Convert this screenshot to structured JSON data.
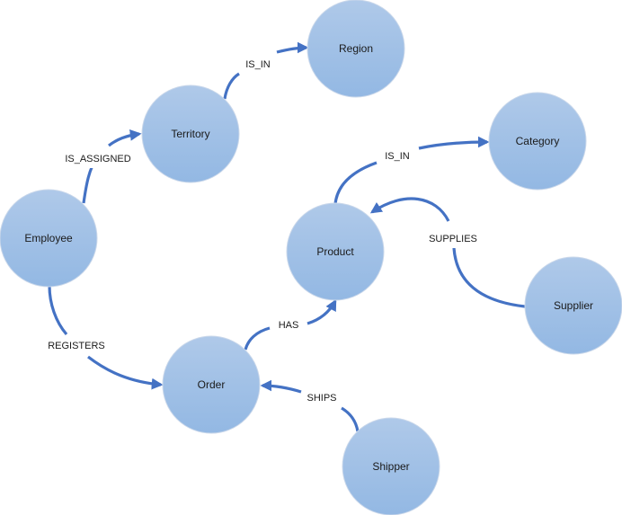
{
  "diagram": {
    "colors": {
      "node_fill_top": "#afc9e9",
      "node_fill_bottom": "#93b8e3",
      "node_stroke": "#c9d7ea",
      "edge": "#4472c4",
      "label_bg": "#ffffff"
    },
    "nodes": [
      {
        "id": "region",
        "label": "Region"
      },
      {
        "id": "territory",
        "label": "Territory"
      },
      {
        "id": "category",
        "label": "Category"
      },
      {
        "id": "employee",
        "label": "Employee"
      },
      {
        "id": "product",
        "label": "Product"
      },
      {
        "id": "supplier",
        "label": "Supplier"
      },
      {
        "id": "order",
        "label": "Order"
      },
      {
        "id": "shipper",
        "label": "Shipper"
      }
    ],
    "edges": [
      {
        "id": "is-assigned",
        "from": "employee",
        "to": "territory",
        "label": "IS_ASSIGNED"
      },
      {
        "id": "territory-is-in",
        "from": "territory",
        "to": "region",
        "label": "IS_IN"
      },
      {
        "id": "product-is-in",
        "from": "product",
        "to": "category",
        "label": "IS_IN"
      },
      {
        "id": "supplies",
        "from": "supplier",
        "to": "product",
        "label": "SUPPLIES"
      },
      {
        "id": "registers",
        "from": "employee",
        "to": "order",
        "label": "REGISTERS"
      },
      {
        "id": "has",
        "from": "order",
        "to": "product",
        "label": "HAS"
      },
      {
        "id": "ships",
        "from": "shipper",
        "to": "order",
        "label": "SHIPS"
      }
    ]
  }
}
